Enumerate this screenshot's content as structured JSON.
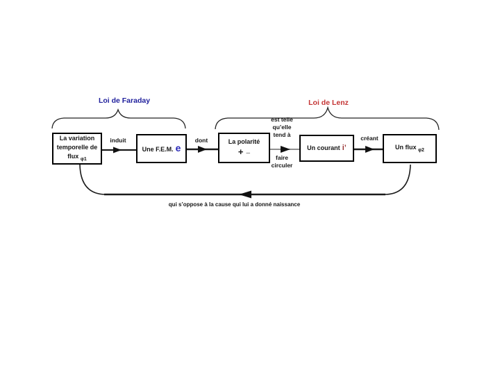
{
  "slide": {
    "background": "#ffffff"
  },
  "titles": {
    "faraday": {
      "text": "Loi de Faraday",
      "color": "#1f1f9c"
    },
    "lenz": {
      "text": "Loi de Lenz",
      "color": "#c43434"
    }
  },
  "boxes": {
    "variation": {
      "line1": "La variation",
      "line2": "temporelle de",
      "line3": "flux",
      "subscript": "φ1"
    },
    "fem": {
      "text": "Une F.E.M.",
      "symbol": "e",
      "symbol_color": "#2929b8"
    },
    "polarite": {
      "line1": "La polarité",
      "plus": "+",
      "minus": "–"
    },
    "courant": {
      "text": "Un courant",
      "symbol": "i’",
      "symbol_color": "#9c3a3a"
    },
    "flux": {
      "text": "Un flux",
      "subscript": "φ2"
    }
  },
  "connectors": {
    "induit": "induit",
    "dont": "dont",
    "est_telle": "est telle",
    "quelle": "qu’elle",
    "tend_a": "tend à",
    "faire": "faire",
    "circuler": "circuler",
    "creant": "créant"
  },
  "caption": "qui s’oppose à la cause qui lui a donné naissance",
  "colors": {
    "connector_gray": "#8f8f8f",
    "line_black": "#1a1a1a",
    "text": "#151515"
  }
}
